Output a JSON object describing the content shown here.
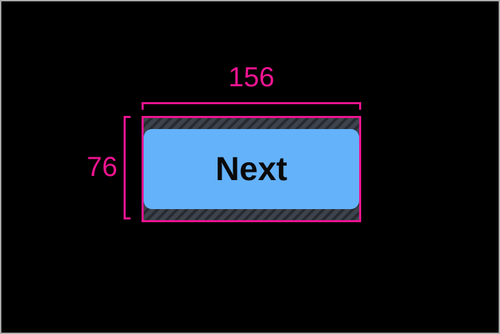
{
  "annotations": {
    "width_label": "156",
    "height_label": "76"
  },
  "button": {
    "label": "Next"
  },
  "colors": {
    "accent": "#f01491",
    "button-fill": "#64b2fa",
    "button-text": "#0a0a0a",
    "hatch-base": "#3d434c",
    "hatch-stripe": "#272b31",
    "canvas-bg": "#000000",
    "frame-border": "#a9a9a9"
  }
}
